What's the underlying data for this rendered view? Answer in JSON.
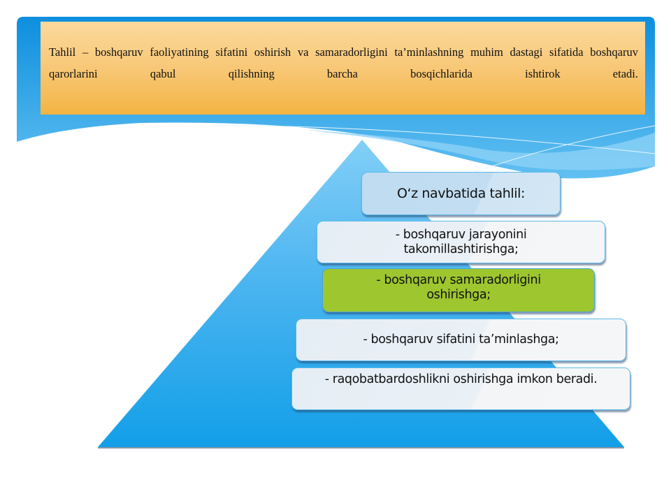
{
  "slide": {
    "intro_text": "Tahlil – boshqaruv faoliyatining sifatini oshirish va samaradorligini ta’minlashning muhim dastagi sifatida boshqaruv qarorlarini qabul qilishning barcha bosqichlarida ishtirok etadi.",
    "pyramid": {
      "heading": "O‘z navbatida tahlil:",
      "items": [
        "- boshqaruv jarayonini takomillashtirishga;",
        "- boshqaruv samaradorligini oshirishga;",
        "- boshqaruv sifatini ta’minlashga;",
        "- raqobatbardoshlikni oshirishga imkon beradi."
      ]
    }
  },
  "colors": {
    "band_blue": "#1a96e0",
    "band_light": "#5bbcf0",
    "intro_orange_top": "#fcd99c",
    "intro_orange_bottom": "#f3b443",
    "triangle_top": "#6ec6f5",
    "triangle_bottom": "#129fe8",
    "card_border": "#5bb8e8",
    "card_highlight_green": "#9dc62f"
  }
}
